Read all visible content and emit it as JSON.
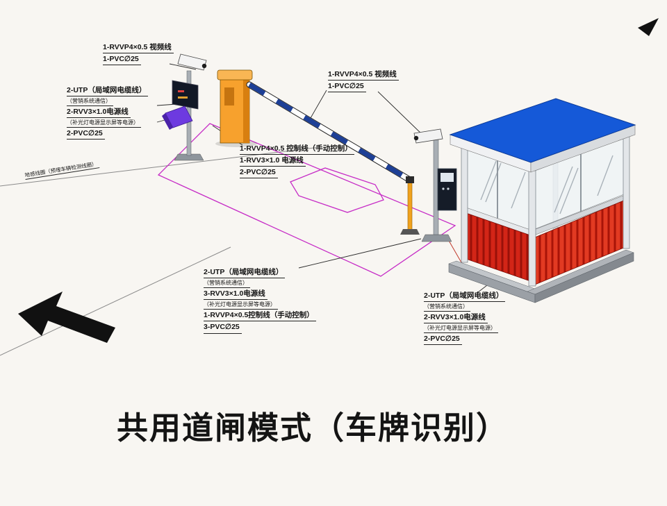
{
  "title": "共用道闸模式（车牌识别）",
  "colors": {
    "roof_blue": "#1559d8",
    "wall_red": "#d32517",
    "barrier_orange": "#f7a12d",
    "zone_magenta": "#c62bc6",
    "arm_navy": "#1d3f96"
  },
  "labels": {
    "cam1_video": {
      "lines": [
        "1-RVVP4×0.5 视频线",
        "1-PVC∅25"
      ]
    },
    "entry_cables": {
      "lines": [
        "2-UTP（局域网电缆线）",
        "（营销系统通信）",
        "2-RVV3×1.0电源线",
        "（补光灯电源显示屏等电源）",
        "2-PVC∅25"
      ]
    },
    "barrier_cables": {
      "lines": [
        "1-RVVP4×0.5 控制线（手动控制）",
        "1-RVV3×1.0 电源线",
        "2-PVC∅25"
      ]
    },
    "cam2_video": {
      "lines": [
        "1-RVVP4×0.5 视频线",
        "1-PVC∅25"
      ]
    },
    "exit_cables": {
      "lines": [
        "2-UTP（局域网电缆线）",
        "（营销系统通信）",
        "3-RVV3×1.0电源线",
        "（补光灯电源显示屏等电源）",
        "1-RVVP4×0.5控制线（手动控制）",
        "3-PVC∅25"
      ]
    },
    "booth_cables": {
      "lines": [
        "2-UTP（局域网电缆线）",
        "（营销系统通信）",
        "2-RVV3×1.0电源线",
        "（补光灯电源显示屏等电源）",
        "2-PVC∅25"
      ]
    },
    "loop_note": "地感线圈（预埋车辆检测线圈）"
  }
}
